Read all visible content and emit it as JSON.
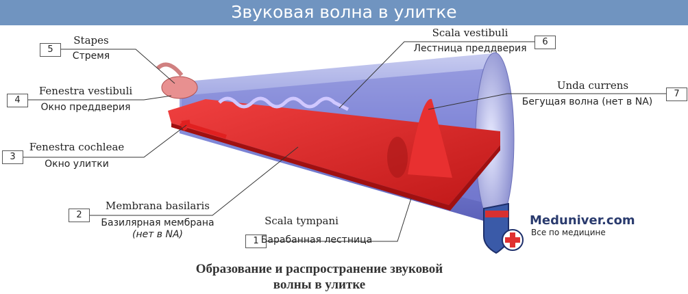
{
  "title": "Звуковая волна в улитке",
  "labels": [
    {
      "num": "1",
      "latin": "Scala tympani",
      "ru": "Барабанная лестница"
    },
    {
      "num": "2",
      "latin": "Membrana basilaris",
      "ru": "Базилярная мембрана",
      "note": "(нет в NA)"
    },
    {
      "num": "3",
      "latin": "Fenestra cochleae",
      "ru": "Окно улитки"
    },
    {
      "num": "4",
      "latin": "Fenestra vestibuli",
      "ru": "Окно преддверия"
    },
    {
      "num": "5",
      "latin": "Stapes",
      "ru": "Стремя"
    },
    {
      "num": "6",
      "latin": "Scala vestibuli",
      "ru": "Лестница преддверия"
    },
    {
      "num": "7",
      "latin": "Unda currens",
      "ru": "Бегущая волна (нет в NA)"
    }
  ],
  "caption": {
    "line1": "Образование и распространение звуковой",
    "line2": "волны в улитке"
  },
  "logo": {
    "name": "Meduniver.com",
    "tagline": "Все по медицине"
  },
  "colors": {
    "title_bar": "#7094c0",
    "membrane": "#e02a2a",
    "tube": "#8a92d8"
  }
}
